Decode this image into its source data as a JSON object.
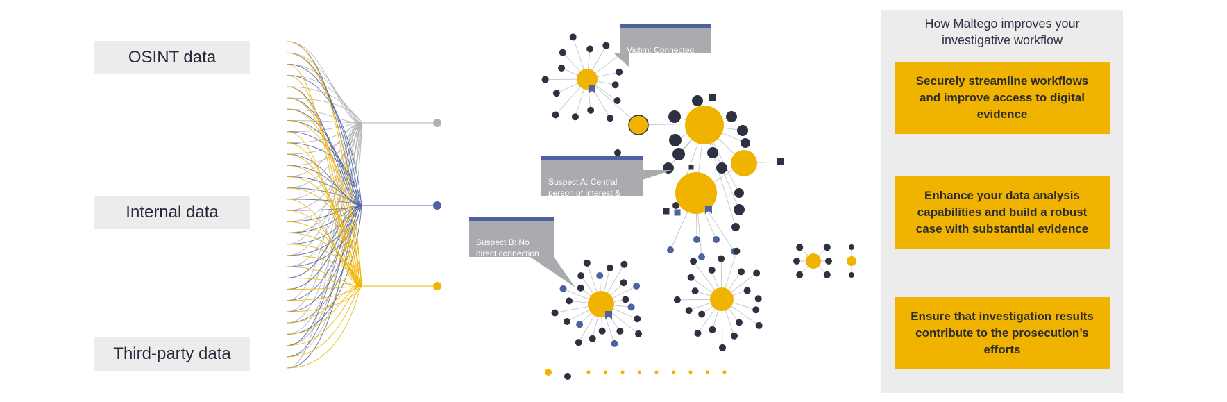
{
  "sources": {
    "osint": "OSINT data",
    "internal": "Internal data",
    "third_party": "Third-party data"
  },
  "callouts": {
    "victim": "Victim: Connected\nto a suspect A",
    "suspect_a": "Suspect A: Central\nperson of interest &\nconnected to victim",
    "suspect_b": "Suspect B: No\ndirect connection\nto the victim"
  },
  "panel": {
    "title": "How Maltego improves your\ninvestigative workflow",
    "benefits": [
      "Securely streamline workflows and improve access to digital evidence",
      "Enhance your data analysis capabilities and build a robust case with substantial evidence",
      "Ensure that investigation results contribute to the prosecution’s efforts"
    ]
  },
  "colors": {
    "yellow": "#f0b400",
    "navy": "#2d3142",
    "blue": "#4f62a0",
    "gray": "#b0b2b6",
    "label_bg": "#ececec"
  }
}
